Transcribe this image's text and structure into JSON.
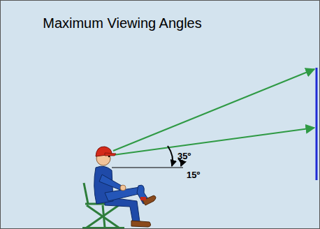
{
  "diagram": {
    "title": "Maximum Viewing Angles",
    "labels": [
      "35º",
      "15º"
    ]
  }
}
